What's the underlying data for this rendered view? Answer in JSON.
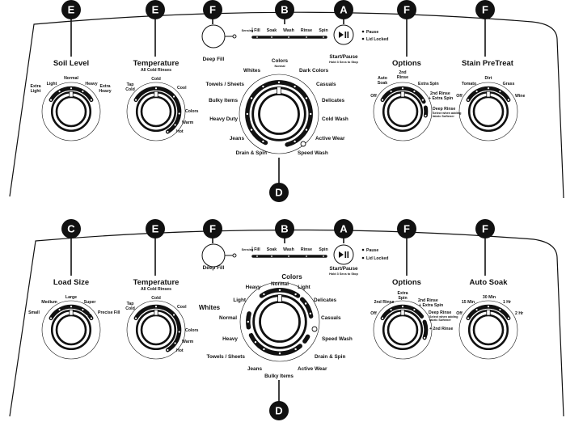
{
  "callouts": {
    "top": [
      "E",
      "E",
      "F",
      "B",
      "A",
      "F",
      "F",
      "D"
    ],
    "bottom": [
      "C",
      "E",
      "F",
      "B",
      "A",
      "F",
      "F",
      "D"
    ]
  },
  "top_panel": {
    "soil_level": {
      "title": "Soil Level",
      "settings": [
        "Extra Light",
        "Light",
        "Normal",
        "Heavy",
        "Extra Heavy"
      ],
      "labels": {
        "extra_light_1": "Extra",
        "extra_light_2": "Light",
        "light": "Light",
        "normal": "Normal",
        "heavy": "Heavy",
        "extra_heavy_1": "Extra",
        "extra_heavy_2": "Heavy"
      }
    },
    "temperature": {
      "title": "Temperature",
      "subtitle": "All Cold Rinses",
      "labels": {
        "tap_cold_1": "Tap",
        "tap_cold_2": "Cold",
        "cold": "Cold",
        "cool": "Cool",
        "colors": "Colors",
        "warm": "Warm",
        "hot": "Hot"
      }
    },
    "deep_fill": {
      "label": "Deep Fill"
    },
    "status": {
      "sensing": "Sensing",
      "stages": [
        "Fill",
        "Soak",
        "Wash",
        "Rinse",
        "Spin"
      ]
    },
    "start_pause": {
      "label": "Start/Pause",
      "sub": "Hold 3 Secs to Stop",
      "icon": "play-pause-icon",
      "indicators": [
        "Pause",
        "Lid Locked"
      ]
    },
    "cycles": {
      "colors": "Colors",
      "normal": "Normal",
      "whites": "Whites",
      "dark_colors": "Dark Colors",
      "towels_sheets": "Towels / Sheets",
      "casuals": "Casuals",
      "bulky_items": "Bulky Items",
      "delicates": "Delicates",
      "heavy_duty": "Heavy Duty",
      "cold_wash": "Cold Wash",
      "jeans": "Jeans",
      "active_wear": "Active Wear",
      "drain_spin": "Drain & Spin",
      "speed_wash": "Speed Wash"
    },
    "options": {
      "title": "Options",
      "labels": {
        "off": "Off",
        "auto_soak_1": "Auto",
        "auto_soak_2": "Soak",
        "second_rinse_1": "2nd",
        "second_rinse_2": "Rinse",
        "extra_spin": "Extra Spin",
        "rinse_spin_1": "2nd Rinse",
        "rinse_spin_2": "+ Extra Spin",
        "deep_rinse": "Deep Rinse",
        "deep_rinse_note_1": "Select when adding",
        "deep_rinse_note_2": "fabric Softener"
      }
    },
    "stain_pretreat": {
      "title": "Stain PreTreat",
      "labels": {
        "off": "Off",
        "tomato": "Tomato",
        "dirt": "Dirt",
        "grass": "Grass",
        "wine": "Wine"
      }
    }
  },
  "bottom_panel": {
    "load_size": {
      "title": "Load Size",
      "labels": {
        "small": "Small",
        "medium": "Medium",
        "large": "Large",
        "super": "Super",
        "precise_fill": "Precise Fill"
      }
    },
    "temperature": {
      "title": "Temperature",
      "subtitle": "All Cold Rinses",
      "labels": {
        "tap_cold_1": "Tap",
        "tap_cold_2": "Cold",
        "cold": "Cold",
        "cool": "Cool",
        "colors": "Colors",
        "warm": "Warm",
        "hot": "Hot"
      }
    },
    "deep_fill": {
      "label": "Deep Fill"
    },
    "status": {
      "sensing": "Sensing",
      "stages": [
        "Fill",
        "Soak",
        "Wash",
        "Rinse",
        "Spin"
      ]
    },
    "start_pause": {
      "label": "Start/Pause",
      "sub": "Hold 3 Secs to Stop",
      "icon": "play-pause-icon",
      "indicators": [
        "Pause",
        "Lid Locked"
      ]
    },
    "cycles": {
      "colors": "Colors",
      "heavy_c": "Heavy",
      "normal_c": "Normal",
      "light_c": "Light",
      "whites": "Whites",
      "light_w": "Light",
      "normal_w": "Normal",
      "heavy_w": "Heavy",
      "delicates": "Delicates",
      "casuals": "Casuals",
      "speed_wash": "Speed Wash",
      "drain_spin": "Drain & Spin",
      "towels_sheets": "Towels / Sheets",
      "jeans": "Jeans",
      "active_wear": "Active Wear",
      "bulky_items": "Bulky Items"
    },
    "options": {
      "title": "Options",
      "labels": {
        "off": "Off",
        "second_rinse": "2nd Rinse",
        "extra_spin_1": "Extra",
        "extra_spin_2": "Spin",
        "rinse_spin_1": "2nd Rinse",
        "rinse_spin_2": "+ Extra Spin",
        "deep_rinse": "Deep Rinse",
        "deep_rinse_note_1": "Select when adding",
        "deep_rinse_note_2": "fabric Softener",
        "plus_second_rinse": "+ 2nd Rinse"
      }
    },
    "auto_soak": {
      "title": "Auto Soak",
      "labels": {
        "off": "Off",
        "min15": "15 Min",
        "min30": "30 Min",
        "hr1": "1 Hr",
        "hr2": "2 Hr"
      }
    }
  }
}
